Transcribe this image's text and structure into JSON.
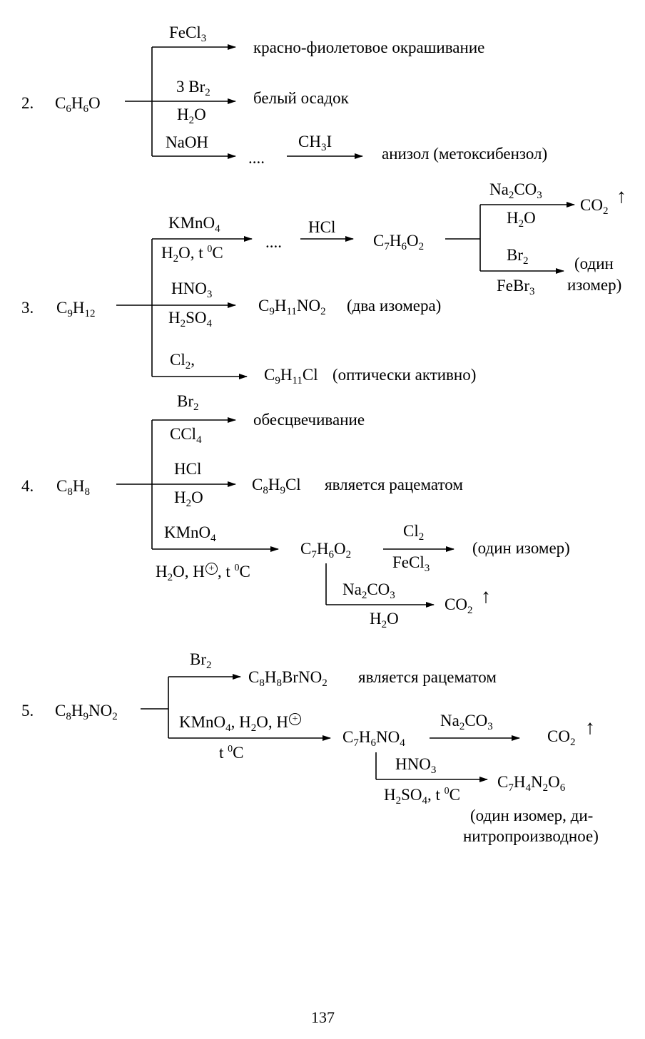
{
  "r2": {
    "num": "2.",
    "start": [
      [
        "C",
        ""
      ],
      [
        "6",
        "sub"
      ],
      [
        "H",
        ""
      ],
      [
        "6",
        "sub"
      ],
      [
        "O",
        ""
      ]
    ],
    "r_fecl3": [
      [
        "FeCl",
        ""
      ],
      [
        "3",
        "sub"
      ]
    ],
    "p_fecl3": "красно-фиолетовое окрашивание",
    "r_br2": [
      [
        "3 Br",
        ""
      ],
      [
        "2",
        "sub"
      ]
    ],
    "r_h2o": [
      [
        "H",
        ""
      ],
      [
        "2",
        "sub"
      ],
      [
        "O",
        ""
      ]
    ],
    "p_br2": "белый осадок",
    "r_naoh": [
      [
        "NaOH",
        ""
      ]
    ],
    "dots": "....",
    "r_ch3i": [
      [
        "CH",
        ""
      ],
      [
        "3",
        "sub"
      ],
      [
        "I",
        ""
      ]
    ],
    "p_anisole": "анизол (метоксибензол)"
  },
  "r3": {
    "num": "3.",
    "start": [
      [
        "C",
        ""
      ],
      [
        "9",
        "sub"
      ],
      [
        "H",
        ""
      ],
      [
        "12",
        "sub"
      ]
    ],
    "r_kmno4": [
      [
        "KMnO",
        ""
      ],
      [
        "4",
        "sub"
      ]
    ],
    "r_h2o_t": [
      [
        "H",
        ""
      ],
      [
        "2",
        "sub"
      ],
      [
        "O, t ",
        ""
      ],
      [
        "0",
        "sup"
      ],
      [
        "C",
        ""
      ]
    ],
    "dots": "....",
    "r_hcl": [
      [
        "HCl",
        ""
      ]
    ],
    "p_acid": [
      [
        "C",
        ""
      ],
      [
        "7",
        "sub"
      ],
      [
        "H",
        ""
      ],
      [
        "6",
        "sub"
      ],
      [
        "O",
        ""
      ],
      [
        "2",
        "sub"
      ]
    ],
    "r_na2co3": [
      [
        "Na",
        ""
      ],
      [
        "2",
        "sub"
      ],
      [
        "CO",
        ""
      ],
      [
        "3",
        "sub"
      ]
    ],
    "r_h2o": [
      [
        "H",
        ""
      ],
      [
        "2",
        "sub"
      ],
      [
        "O",
        ""
      ]
    ],
    "p_co2": [
      [
        "CO",
        ""
      ],
      [
        "2",
        "sub"
      ]
    ],
    "up_arrow": "↑",
    "r_br2": [
      [
        "Br",
        ""
      ],
      [
        "2",
        "sub"
      ]
    ],
    "r_febr3": [
      [
        "FeBr",
        ""
      ],
      [
        "3",
        "sub"
      ]
    ],
    "note_one_isomer_1": "(один",
    "note_one_isomer_2": "изомер)",
    "r_hno3": [
      [
        "HNO",
        ""
      ],
      [
        "3",
        "sub"
      ]
    ],
    "r_h2so4": [
      [
        "H",
        ""
      ],
      [
        "2",
        "sub"
      ],
      [
        "SO",
        ""
      ],
      [
        "4",
        "sub"
      ]
    ],
    "p_nitro": [
      [
        "C",
        ""
      ],
      [
        "9",
        "sub"
      ],
      [
        "H",
        ""
      ],
      [
        "11",
        "sub"
      ],
      [
        "NO",
        ""
      ],
      [
        "2",
        "sub"
      ]
    ],
    "note_two_isomers": "(два изомера)",
    "r_cl2": [
      [
        "Cl",
        ""
      ],
      [
        "2",
        "sub"
      ],
      [
        ",",
        ""
      ]
    ],
    "p_chloro": [
      [
        "C",
        ""
      ],
      [
        "9",
        "sub"
      ],
      [
        "H",
        ""
      ],
      [
        "11",
        "sub"
      ],
      [
        "Cl",
        ""
      ]
    ],
    "note_optical": "(оптически активно)"
  },
  "r4": {
    "num": "4.",
    "start": [
      [
        "C",
        ""
      ],
      [
        "8",
        "sub"
      ],
      [
        "H",
        ""
      ],
      [
        "8",
        "sub"
      ]
    ],
    "r_br2": [
      [
        "Br",
        ""
      ],
      [
        "2",
        "sub"
      ]
    ],
    "r_ccl4": [
      [
        "CCl",
        ""
      ],
      [
        "4",
        "sub"
      ]
    ],
    "p_decolor": "обесцвечивание",
    "r_hcl": [
      [
        "HCl",
        ""
      ]
    ],
    "r_h2o": [
      [
        "H",
        ""
      ],
      [
        "2",
        "sub"
      ],
      [
        "O",
        ""
      ]
    ],
    "p_chloride": [
      [
        "C",
        ""
      ],
      [
        "8",
        "sub"
      ],
      [
        "H",
        ""
      ],
      [
        "9",
        "sub"
      ],
      [
        "Cl",
        ""
      ]
    ],
    "note_racemate": "является рацематом",
    "r_kmno4": [
      [
        "KMnO",
        ""
      ],
      [
        "4",
        "sub"
      ]
    ],
    "r_cond": [
      [
        "H",
        ""
      ],
      [
        "2",
        "sub"
      ],
      [
        "O, H",
        ""
      ],
      [
        "+",
        "circ"
      ],
      [
        ", t ",
        ""
      ],
      [
        "0",
        "sup"
      ],
      [
        "C",
        ""
      ]
    ],
    "p_acid": [
      [
        "C",
        ""
      ],
      [
        "7",
        "sub"
      ],
      [
        "H",
        ""
      ],
      [
        "6",
        "sub"
      ],
      [
        "O",
        ""
      ],
      [
        "2",
        "sub"
      ]
    ],
    "r_cl2": [
      [
        "Cl",
        ""
      ],
      [
        "2",
        "sub"
      ]
    ],
    "r_fecl3": [
      [
        "FeCl",
        ""
      ],
      [
        "3",
        "sub"
      ]
    ],
    "note_one_isomer": "(один изомер)",
    "r_na2co3": [
      [
        "Na",
        ""
      ],
      [
        "2",
        "sub"
      ],
      [
        "CO",
        ""
      ],
      [
        "3",
        "sub"
      ]
    ],
    "r_h2o_b": [
      [
        "H",
        ""
      ],
      [
        "2",
        "sub"
      ],
      [
        "O",
        ""
      ]
    ],
    "p_co2": [
      [
        "CO",
        ""
      ],
      [
        "2",
        "sub"
      ]
    ],
    "up_arrow": "↑"
  },
  "r5": {
    "num": "5.",
    "start": [
      [
        "C",
        ""
      ],
      [
        "8",
        "sub"
      ],
      [
        "H",
        ""
      ],
      [
        "9",
        "sub"
      ],
      [
        "NO",
        ""
      ],
      [
        "2",
        "sub"
      ]
    ],
    "r_br2": [
      [
        "Br",
        ""
      ],
      [
        "2",
        "sub"
      ]
    ],
    "p_bromo": [
      [
        "C",
        ""
      ],
      [
        "8",
        "sub"
      ],
      [
        "H",
        ""
      ],
      [
        "8",
        "sub"
      ],
      [
        "BrNO",
        ""
      ],
      [
        "2",
        "sub"
      ]
    ],
    "note_racemate": "является рацематом",
    "r_kmno4": [
      [
        "KMnO",
        ""
      ],
      [
        "4",
        "sub"
      ],
      [
        ", H",
        ""
      ],
      [
        "2",
        "sub"
      ],
      [
        "O, H",
        ""
      ],
      [
        "+",
        "circ"
      ]
    ],
    "r_t": [
      [
        "t ",
        ""
      ],
      [
        "0",
        "sup"
      ],
      [
        "C",
        ""
      ]
    ],
    "p_acid": [
      [
        "C",
        ""
      ],
      [
        "7",
        "sub"
      ],
      [
        "H",
        ""
      ],
      [
        "6",
        "sub"
      ],
      [
        "NO",
        ""
      ],
      [
        "4",
        "sub"
      ]
    ],
    "r_na2co3": [
      [
        "Na",
        ""
      ],
      [
        "2",
        "sub"
      ],
      [
        "CO",
        ""
      ],
      [
        "3",
        "sub"
      ]
    ],
    "p_co2": [
      [
        "CO",
        ""
      ],
      [
        "2",
        "sub"
      ]
    ],
    "up_arrow": "↑",
    "r_hno3": [
      [
        "HNO",
        ""
      ],
      [
        "3",
        "sub"
      ]
    ],
    "r_h2so4": [
      [
        "H",
        ""
      ],
      [
        "2",
        "sub"
      ],
      [
        "SO",
        ""
      ],
      [
        "4",
        "sub"
      ],
      [
        ", t ",
        ""
      ],
      [
        "0",
        "sup"
      ],
      [
        "C",
        ""
      ]
    ],
    "p_dinitro": [
      [
        "C",
        ""
      ],
      [
        "7",
        "sub"
      ],
      [
        "H",
        ""
      ],
      [
        "4",
        "sub"
      ],
      [
        "N",
        ""
      ],
      [
        "2",
        "sub"
      ],
      [
        "O",
        ""
      ],
      [
        "6",
        "sub"
      ]
    ],
    "note_1": "(один изомер, ди-",
    "note_2": "нитропроизводное)"
  },
  "page_number": "137"
}
